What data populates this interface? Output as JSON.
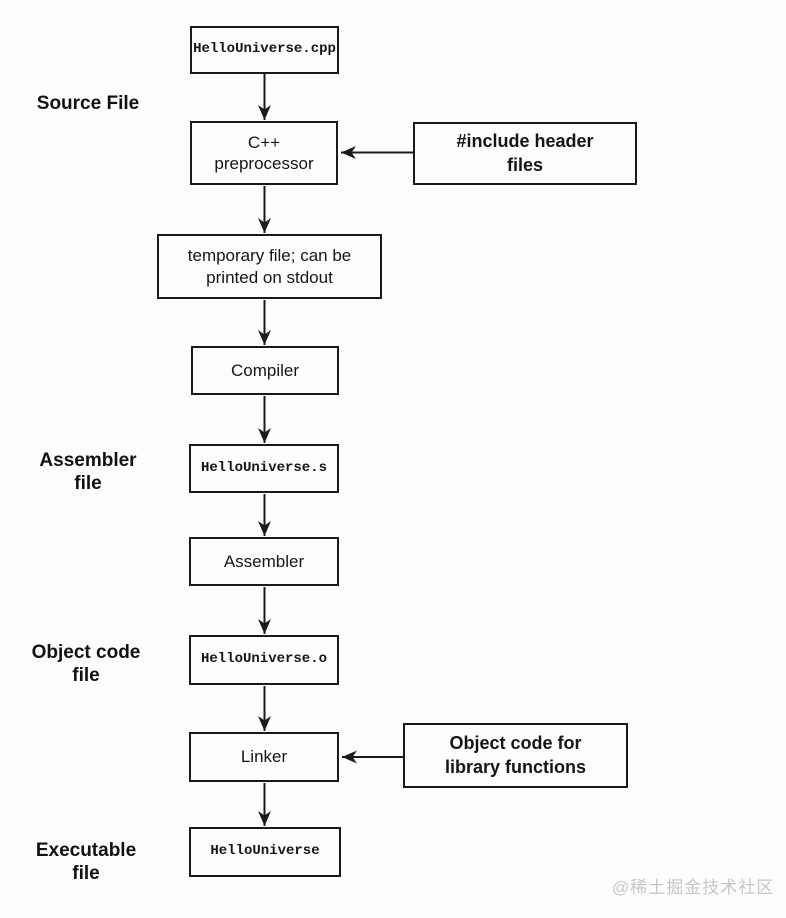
{
  "watermark": "@稀土掘金技术社区",
  "side_labels": {
    "source_file": "Source File",
    "assembler_file": "Assembler\nfile",
    "object_code_file": "Object code\nfile",
    "executable_file": "Executable\nfile"
  },
  "nodes": {
    "source_filename": "HelloUniverse.cpp",
    "preprocessor": "C++\npreprocessor",
    "include_headers": "#include header\nfiles",
    "temp_file": "temporary file; can be\nprinted on stdout",
    "compiler": "Compiler",
    "assembly_filename": "HelloUniverse.s",
    "assembler": "Assembler",
    "object_filename": "HelloUniverse.o",
    "linker": "Linker",
    "library_object_code": "Object code for\nlibrary functions",
    "executable_filename": "HelloUniverse"
  },
  "colors": {
    "line": "#1a1a1a",
    "background": "#fdfdfd",
    "watermark": "#c6c6c6"
  }
}
